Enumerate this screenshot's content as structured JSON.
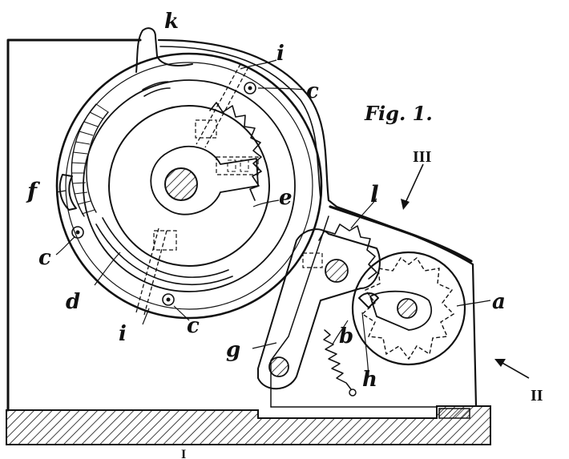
{
  "figure": {
    "caption": "Fig. 1.",
    "view_marks": {
      "view_iii": "III",
      "view_ii": "II"
    },
    "part_labels": {
      "a": "a",
      "b": "b",
      "c1": "c",
      "c2": "c",
      "c3": "c",
      "d": "d",
      "e": "e",
      "f": "f",
      "g": "g",
      "h": "h",
      "i_top": "i",
      "i_bottom": "i",
      "k": "k",
      "l": "l"
    },
    "bottom_mark": "I"
  },
  "colors": {
    "ink": "#111111",
    "paper": "#ffffff"
  }
}
